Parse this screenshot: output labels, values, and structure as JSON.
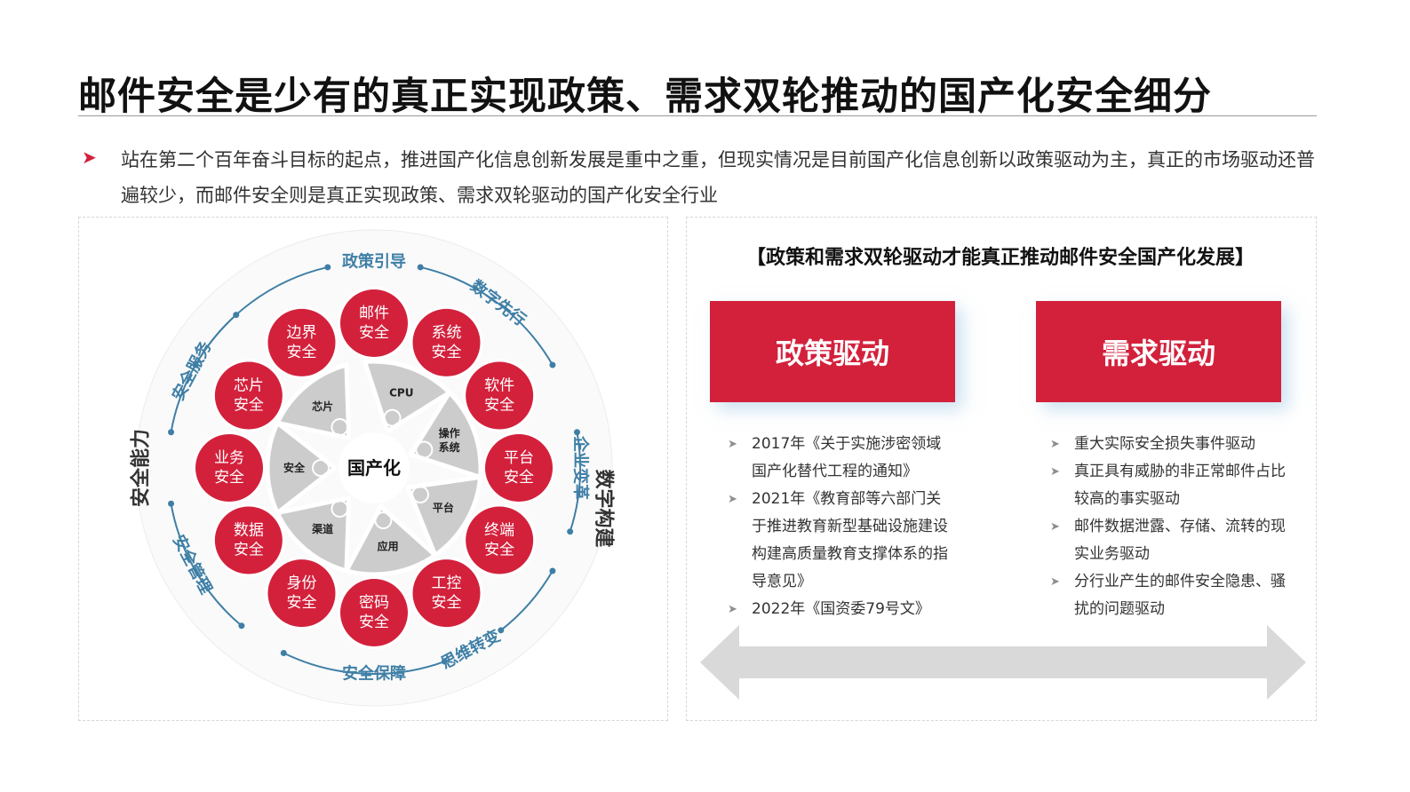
{
  "title": "邮件安全是少有的真正实现政策、需求双轮推动的国产化安全细分",
  "intro": {
    "bullet_icon": "triangle-arrow-icon",
    "text": "站在第二个百年奋斗目标的起点，推进国产化信息创新发展是重中之重，但现实情况是目前国产化信息创新以政策驱动为主，真正的市场驱动还普遍较少，而邮件安全则是真正实现政策、需求双轮驱动的国产化安全行业"
  },
  "diagram": {
    "center_label": "国产化",
    "segments": [
      "CPU",
      "操作\n系统",
      "平台",
      "应用",
      "渠道",
      "安全",
      "芯片"
    ],
    "nodes": [
      "邮件\n安全",
      "系统\n安全",
      "软件\n安全",
      "平台\n安全",
      "终端\n安全",
      "工控\n安全",
      "密码\n安全",
      "身份\n安全",
      "数据\n安全",
      "业务\n安全",
      "芯片\n安全",
      "边界\n安全"
    ],
    "ring_labels": [
      "政策引导",
      "数字先行",
      "企业变革",
      "思维转变",
      "安全保障",
      "安全管理",
      "安全服务"
    ],
    "outer_labels": [
      "数字构建",
      "安全能力"
    ],
    "colors": {
      "accent_red": "#d3213c",
      "ring_blue": "#3f7fa6",
      "segment_gray": "#cccccc"
    }
  },
  "right_panel": {
    "heading": "【政策和需求双轮驱动才能真正推动邮件安全国产化发展】",
    "policy": {
      "label": "政策驱动",
      "items": [
        "2017年《关于实施涉密领域国产化替代工程的通知》",
        "2021年《教育部等六部门关于推进教育新型基础设施建设构建高质量教育支撑体系的指导意见》",
        "2022年《国资委79号文》"
      ]
    },
    "demand": {
      "label": "需求驱动",
      "items": [
        "重大实际安全损失事件驱动",
        "真正具有威胁的非正常邮件占比较高的事实驱动",
        "邮件数据泄露、存储、流转的现实业务驱动",
        "分行业产生的邮件安全隐患、骚扰的问题驱动"
      ]
    }
  }
}
